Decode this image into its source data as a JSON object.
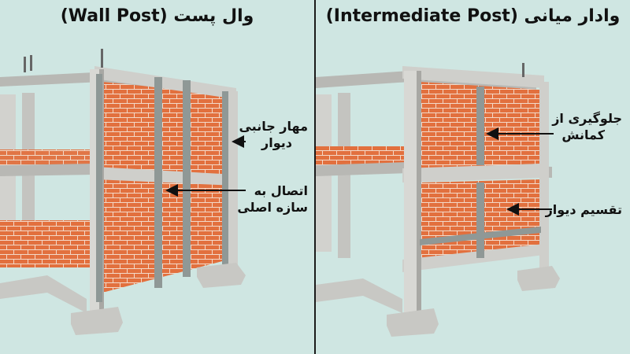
{
  "left_panel": {
    "title": "وال پست (Wall Post)",
    "labels": {
      "side_anchor_line1": "مهار جانبی",
      "side_anchor_line2": "دیوار",
      "connection_line1": "اتصال به",
      "connection_line2": "سازه اصلی"
    }
  },
  "right_panel": {
    "title": "وادار میانی (Intermediate Post)",
    "labels": {
      "buckling_line1": "جلوگیری از",
      "buckling_line2": "کمانش",
      "wall_division": "تقسیم دیوار"
    }
  },
  "colors": {
    "background": "#cfe6e2",
    "concrete": "#c8c8c4",
    "concrete_shadow": "#9e9e9a",
    "brick": "#e2703e",
    "mortar": "#f3d9c8",
    "post_metal": "#8f9896",
    "divider": "#1a1a1a"
  },
  "icons": [
    "arrow-left-icon"
  ]
}
